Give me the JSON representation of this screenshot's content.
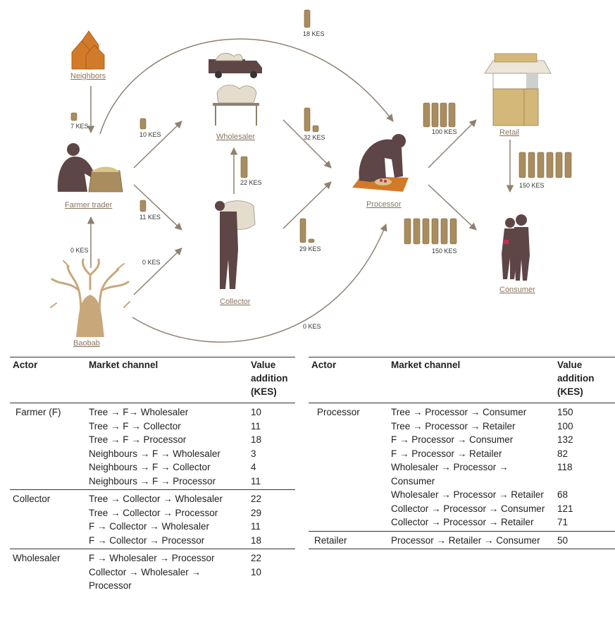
{
  "diagram": {
    "nodes": {
      "neighbors": "Neighbors",
      "farmer": "Farmer trader",
      "baobab": "Baobab",
      "wholesaler": "Wholesaler",
      "collector": "Collector",
      "processor": "Processor",
      "retail": "Retail",
      "consumer": "Consumer"
    },
    "flows": [
      {
        "id": "neighbors-farmer",
        "label": "7 KES",
        "value": 7
      },
      {
        "id": "farmer-processor",
        "label": "18 KES",
        "value": 18
      },
      {
        "id": "farmer-wholesaler",
        "label": "10 KES",
        "value": 10
      },
      {
        "id": "farmer-collector",
        "label": "11 KES",
        "value": 11
      },
      {
        "id": "baobab-farmer",
        "label": "0 KES",
        "value": 0
      },
      {
        "id": "baobab-collector",
        "label": "0 KES",
        "value": 0
      },
      {
        "id": "baobab-processor",
        "label": "0 KES",
        "value": 0
      },
      {
        "id": "collector-wholesaler",
        "label": "22 KES",
        "value": 22
      },
      {
        "id": "wholesaler-processor",
        "label": "32 KES",
        "value": 32
      },
      {
        "id": "collector-processor",
        "label": "29 KES",
        "value": 29
      },
      {
        "id": "processor-retail",
        "label": "100 KES",
        "value": 100
      },
      {
        "id": "processor-consumer",
        "label": "150 KES",
        "value": 150
      },
      {
        "id": "retail-consumer",
        "label": "150 KES",
        "value": 150
      }
    ]
  },
  "tables": [
    {
      "headers": [
        "Actor",
        "Market channel",
        "Value addition (KES)"
      ],
      "groups": [
        {
          "actor": "Farmer (F)",
          "rows": [
            {
              "channel": "Tree → F→ Wholesaler",
              "value": "10"
            },
            {
              "channel": "Tree → F → Collector",
              "value": "11"
            },
            {
              "channel": "Tree → F → Processor",
              "value": "18"
            },
            {
              "channel": "Neighbours → F → Wholesaler",
              "value": "3"
            },
            {
              "channel": "Neighbours → F → Collector",
              "value": "4"
            },
            {
              "channel": "Neighbours → F → Processor",
              "value": "11"
            }
          ]
        },
        {
          "actor": "Collector",
          "rows": [
            {
              "channel": "Tree → Collector → Wholesaler",
              "value": "22"
            },
            {
              "channel": "Tree → Collector → Processor",
              "value": "29"
            },
            {
              "channel": "F → Collector → Wholesaler",
              "value": "11"
            },
            {
              "channel": "F → Collector → Processor",
              "value": "18"
            }
          ]
        },
        {
          "actor": "Wholesaler",
          "rows": [
            {
              "channel": "F → Wholesaler → Processor",
              "value": "22"
            },
            {
              "channel": "Collector → Wholesaler → Processor",
              "value": "10"
            }
          ]
        }
      ]
    },
    {
      "headers": [
        "Actor",
        "Market channel",
        "Value addition (KES)"
      ],
      "groups": [
        {
          "actor": "Processor",
          "rows": [
            {
              "channel": "Tree → Processor → Consumer",
              "value": "150"
            },
            {
              "channel": "Tree → Processor → Retailer",
              "value": "100"
            },
            {
              "channel": "F → Processor → Consumer",
              "value": "132"
            },
            {
              "channel": "F → Processor → Retailer",
              "value": "82"
            },
            {
              "channel": "Wholesaler → Processor → Consumer",
              "value": "118"
            },
            {
              "channel": "Wholesaler → Processor → Retailer",
              "value": "68"
            },
            {
              "channel": "Collector → Processor → Consumer",
              "value": "121"
            },
            {
              "channel": "Collector → Processor → Retailer",
              "value": "71"
            }
          ]
        },
        {
          "actor": "Retailer",
          "rows": [
            {
              "channel": "Processor → Retailer → Consumer",
              "value": "50"
            }
          ]
        }
      ]
    }
  ]
}
